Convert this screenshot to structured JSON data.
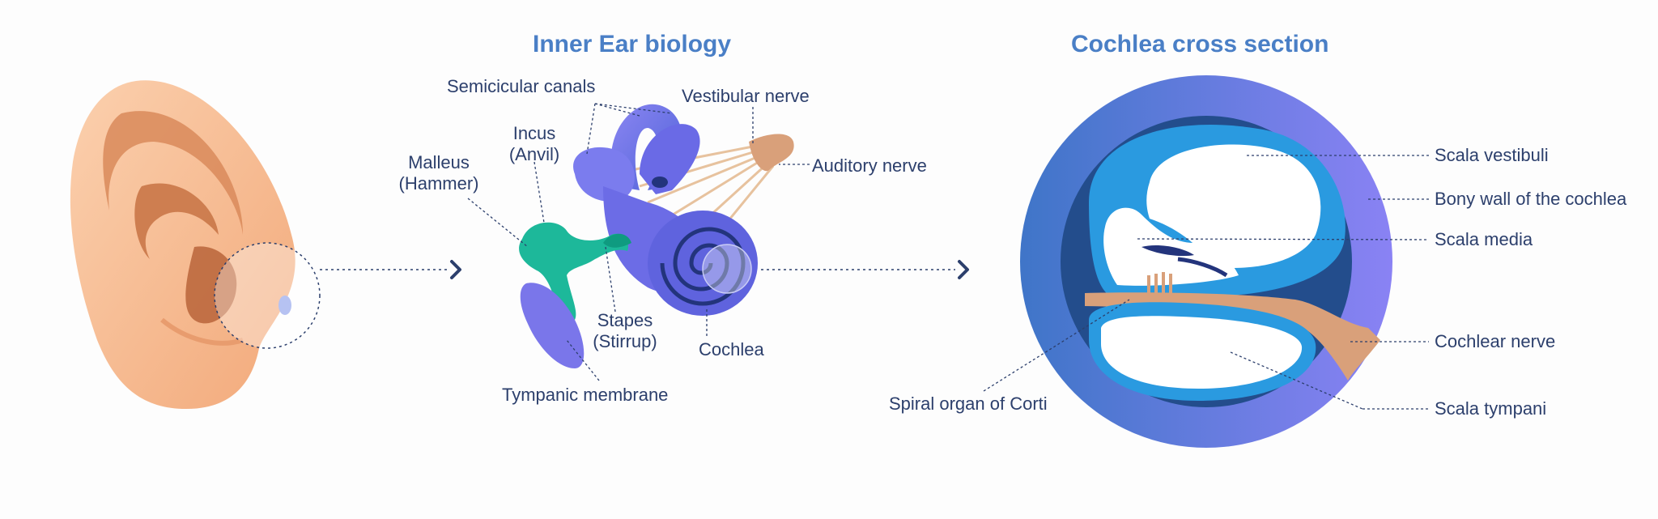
{
  "titles": {
    "inner_ear": "Inner Ear biology",
    "cochlea": "Cochlea cross section"
  },
  "labels": {
    "semicircular_canals": "Semicicular canals",
    "vestibular_nerve": "Vestibular nerve",
    "auditory_nerve": "Auditory nerve",
    "incus": "Incus",
    "incus_alt": "(Anvil)",
    "malleus": "Malleus",
    "malleus_alt": "(Hammer)",
    "stapes": "Stapes",
    "stapes_alt": "(Stirrup)",
    "cochlea": "Cochlea",
    "tympanic_membrane": "Tympanic membrane",
    "scala_vestibuli": "Scala vestibuli",
    "bony_wall": "Bony wall of the cochlea",
    "scala_media": "Scala media",
    "cochlear_nerve": "Cochlear nerve",
    "spiral_organ": "Spiral organ of Corti",
    "scala_tympani": "Scala tympani"
  },
  "icons": {
    "arrow_1": "chevron-right-icon",
    "arrow_2": "chevron-right-icon"
  },
  "colors": {
    "title": "#4a7fc6",
    "label": "#2c3f6c",
    "ear_skin": "#f7b98f",
    "labyrinth": "#6f6de8",
    "ossicles": "#1db89a",
    "nerve": "#d9a07a",
    "cochlea_outer": "#5b78dc",
    "cochlea_inner": "#2a9ae0"
  }
}
